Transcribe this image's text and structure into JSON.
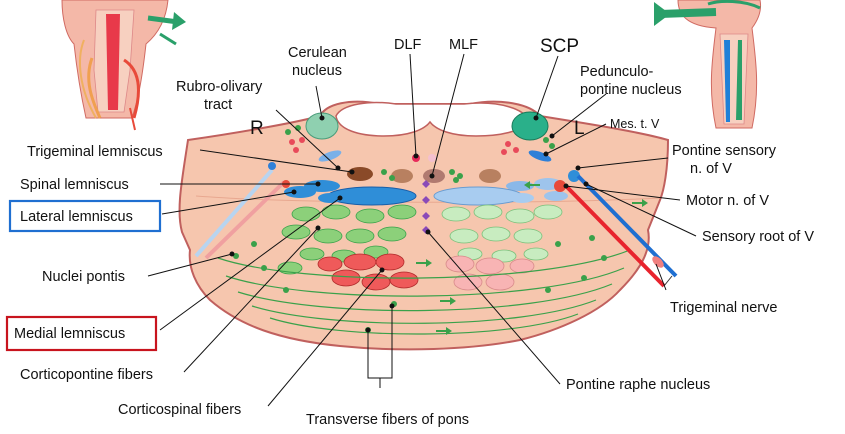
{
  "labels": {
    "rubro_olivary": [
      "Rubro-olivary",
      "tract"
    ],
    "cerulean": [
      "Cerulean",
      "nucleus"
    ],
    "dlf": "DLF",
    "mlf": "MLF",
    "scp": "SCP",
    "pedunculopontine": [
      "Pedunculo-",
      "pontine nucleus"
    ],
    "side_right": "R",
    "side_left": "L",
    "mes_t_v": "Mes. t. V",
    "trigeminal_lemniscus": "Trigeminal lemniscus",
    "spinal_lemniscus": "Spinal lemniscus",
    "lateral_lemniscus": "Lateral lemniscus",
    "nuclei_pontis": "Nuclei pontis",
    "medial_lemniscus": "Medial lemniscus",
    "corticopontine": "Corticopontine fibers",
    "corticospinal": "Corticospinal fibers",
    "transverse_fibers": "Transverse fibers of pons",
    "pontine_raphe": "Pontine raphe nucleus",
    "trigeminal_nerve": "Trigeminal nerve",
    "sensory_root": "Sensory root of V",
    "motor_n": "Motor n. of V",
    "pontine_sensory": [
      "Pontine sensory",
      "n. of V"
    ]
  },
  "colors": {
    "tissue": "#f6c6ae",
    "tissue_edge": "#c0605e",
    "highlight_blue": "#1f6fd1",
    "highlight_red": "#c8141e",
    "fiber_green": "#3aa14a",
    "corticospinal_red": "#ef5a5a",
    "lemniscus_blue": "#2f8ed8"
  }
}
